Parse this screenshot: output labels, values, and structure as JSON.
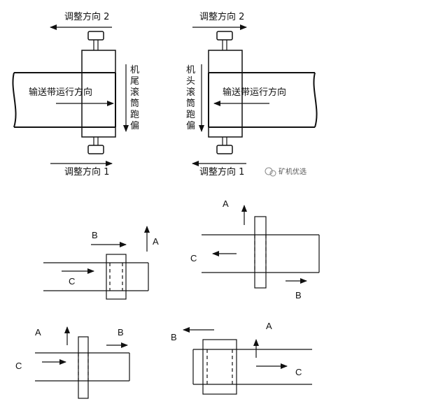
{
  "top_left": {
    "adjust_top": "调整方向 2",
    "adjust_bottom": "调整方向 1",
    "belt_label": "输送带运行方向",
    "side_label": [
      "机",
      "尾",
      "滚",
      "筒",
      "跑",
      "偏"
    ]
  },
  "top_right": {
    "adjust_top": "调整方向 2",
    "adjust_bottom": "调整方向 1",
    "belt_label": "输送带运行方向",
    "side_label": [
      "机",
      "头",
      "滚",
      "筒",
      "跑",
      "偏"
    ]
  },
  "watermark": "矿机优选",
  "diagram1": {
    "a": "A",
    "b": "B",
    "c": "C"
  },
  "diagram2": {
    "a": "A",
    "b": "B",
    "c": "C"
  },
  "diagram3": {
    "a": "A",
    "b": "B",
    "c": "C"
  },
  "diagram4": {
    "a": "A",
    "b": "B",
    "c": "C"
  }
}
